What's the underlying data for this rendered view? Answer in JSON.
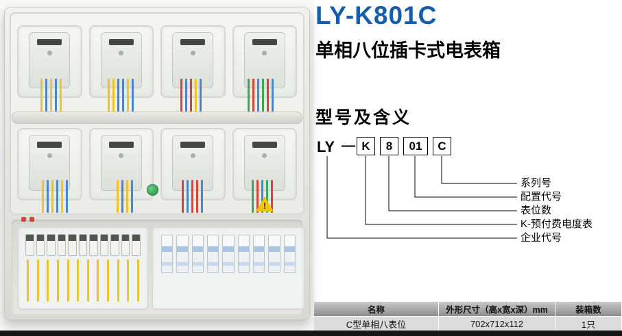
{
  "product": {
    "model": "LY-K801C",
    "name": "单相八位插卡式电表箱"
  },
  "section_heading": "型号及含义",
  "model_code": {
    "prefix": "LY",
    "dash": "—",
    "boxes": [
      "K",
      "8",
      "01",
      "C"
    ],
    "labels": [
      "系列号",
      "配置代号",
      "表位数",
      "K-预付费电度表",
      "企业代号"
    ]
  },
  "spec_table": {
    "headers": [
      "名称",
      "外形尺寸（高x宽x深）mm",
      "装箱数"
    ],
    "rows": [
      [
        "C型单相八表位",
        "702x712x112",
        "1只"
      ]
    ]
  },
  "colors": {
    "title_blue": "#155cab",
    "wire_yellow": "#e9c62e",
    "wire_blue": "#4a86c8",
    "wire_red": "#d9423a",
    "wire_green": "#3aa85a"
  },
  "photo": {
    "warning_mark": "!"
  }
}
